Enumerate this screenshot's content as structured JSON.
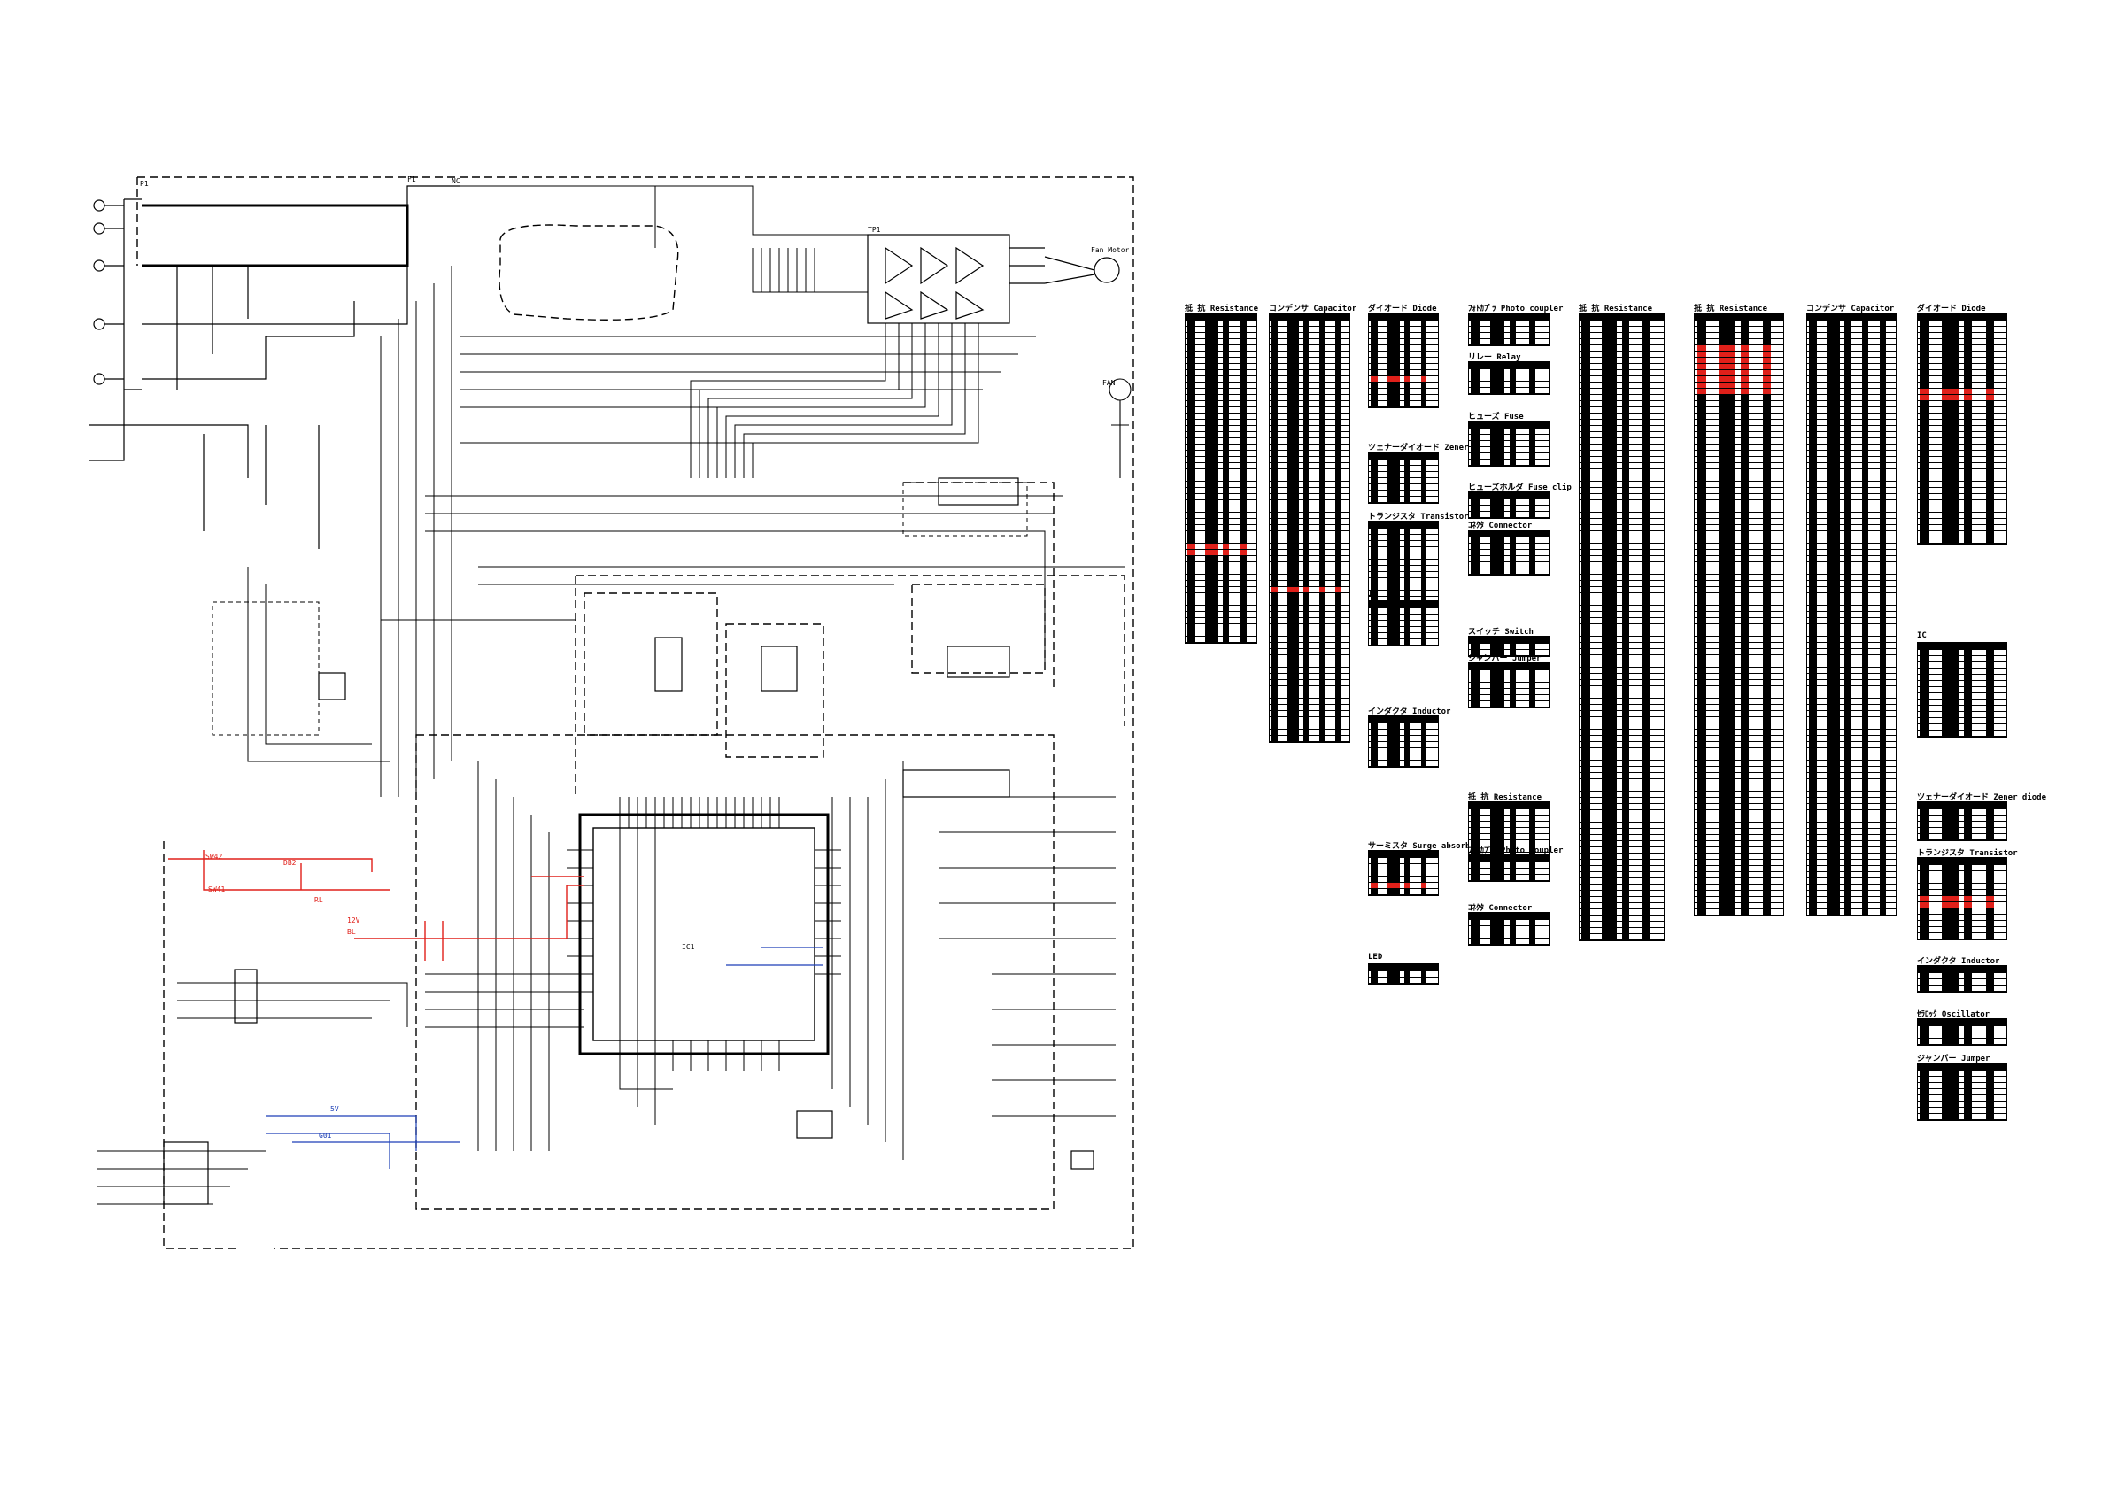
{
  "colors": {
    "ink": "#000000",
    "highlight": "#e0201a",
    "signal": "#1c3fb6",
    "background": "#ffffff"
  },
  "schematic": {
    "red_labels": [
      "SW42",
      "DB2",
      "SW41",
      "12V",
      "BL",
      "RL"
    ],
    "blue_labels": [
      "5V",
      "G01"
    ],
    "block_labels": [
      "P1",
      "F1",
      "TP1",
      "NC",
      "FAN",
      "IC1",
      "Fan Motor"
    ]
  },
  "parts_tables": [
    {
      "title": "抵 抗 Resistance",
      "rows": 52,
      "red_rows": [
        36,
        37
      ],
      "cols": 4
    },
    {
      "title": "コンデンサ Capacitor",
      "rows": 68,
      "red_rows": [
        43
      ],
      "cols": 5
    },
    {
      "title": "ダイオード Diode",
      "rows": 14,
      "red_rows": [
        9
      ],
      "cols": 4
    },
    {
      "title": "ツェナーダイオード Zener diode",
      "rows": 7,
      "red_rows": [],
      "cols": 4
    },
    {
      "title": "トランジスタ Transistor",
      "rows": 12,
      "red_rows": [],
      "cols": 4
    },
    {
      "title": "IC",
      "rows": 6,
      "red_rows": [],
      "cols": 4
    },
    {
      "title": "インダクタ Inductor",
      "rows": 7,
      "red_rows": [],
      "cols": 4
    },
    {
      "title": "サーミスタ Surge absorber",
      "rows": 6,
      "red_rows": [
        4
      ],
      "cols": 4
    },
    {
      "title": "LED",
      "rows": 2,
      "red_rows": [],
      "cols": 4
    },
    {
      "title": "ﾌｫﾄｶﾌﾟﾗ Photo coupler",
      "rows": 4,
      "red_rows": [],
      "cols": 4
    },
    {
      "title": "リレー Relay",
      "rows": 4,
      "red_rows": [],
      "cols": 4
    },
    {
      "title": "ヒューズ Fuse",
      "rows": 6,
      "red_rows": [],
      "cols": 4
    },
    {
      "title": "ヒューズホルダ Fuse clip",
      "rows": 3,
      "red_rows": [],
      "cols": 4
    },
    {
      "title": "ｺﾈｸﾀ Connector",
      "rows": 6,
      "red_rows": [],
      "cols": 4
    },
    {
      "title": "スイッチ Switch",
      "rows": 2,
      "red_rows": [],
      "cols": 4
    },
    {
      "title": "ジャンパー Jumper",
      "rows": 6,
      "red_rows": [],
      "cols": 4
    },
    {
      "title": "抵 抗 Resistance",
      "rows": 9,
      "red_rows": [],
      "cols": 4
    },
    {
      "title": "ﾌｫﾄｶﾌﾟﾗ Photo coupler",
      "rows": 3,
      "red_rows": [],
      "cols": 4
    },
    {
      "title": "ｺﾈｸﾀ Connector",
      "rows": 4,
      "red_rows": [],
      "cols": 4
    },
    {
      "title": "抵 抗 Resistance",
      "rows": 100,
      "red_rows": [],
      "cols": 4
    },
    {
      "title": "抵 抗 Resistance",
      "rows": 96,
      "red_rows": [
        4,
        5,
        6,
        7,
        8,
        9,
        10,
        11
      ],
      "cols": 4
    },
    {
      "title": "コンデンサ Capacitor",
      "rows": 96,
      "red_rows": [],
      "cols": 5
    },
    {
      "title": "ダイオード Diode",
      "rows": 36,
      "red_rows": [
        11,
        12
      ],
      "cols": 4
    },
    {
      "title": "IC",
      "rows": 14,
      "red_rows": [],
      "cols": 4
    },
    {
      "title": "ツェナーダイオード Zener diode",
      "rows": 5,
      "red_rows": [],
      "cols": 4
    },
    {
      "title": "トランジスタ Transistor",
      "rows": 12,
      "red_rows": [
        5,
        6
      ],
      "cols": 4
    },
    {
      "title": "インダクタ Inductor",
      "rows": 3,
      "red_rows": [],
      "cols": 4
    },
    {
      "title": "ｾﾗﾛｯｸ Oscillator",
      "rows": 3,
      "red_rows": [],
      "cols": 4
    },
    {
      "title": "ジャンパー Jumper",
      "rows": 8,
      "red_rows": [],
      "cols": 4
    }
  ]
}
